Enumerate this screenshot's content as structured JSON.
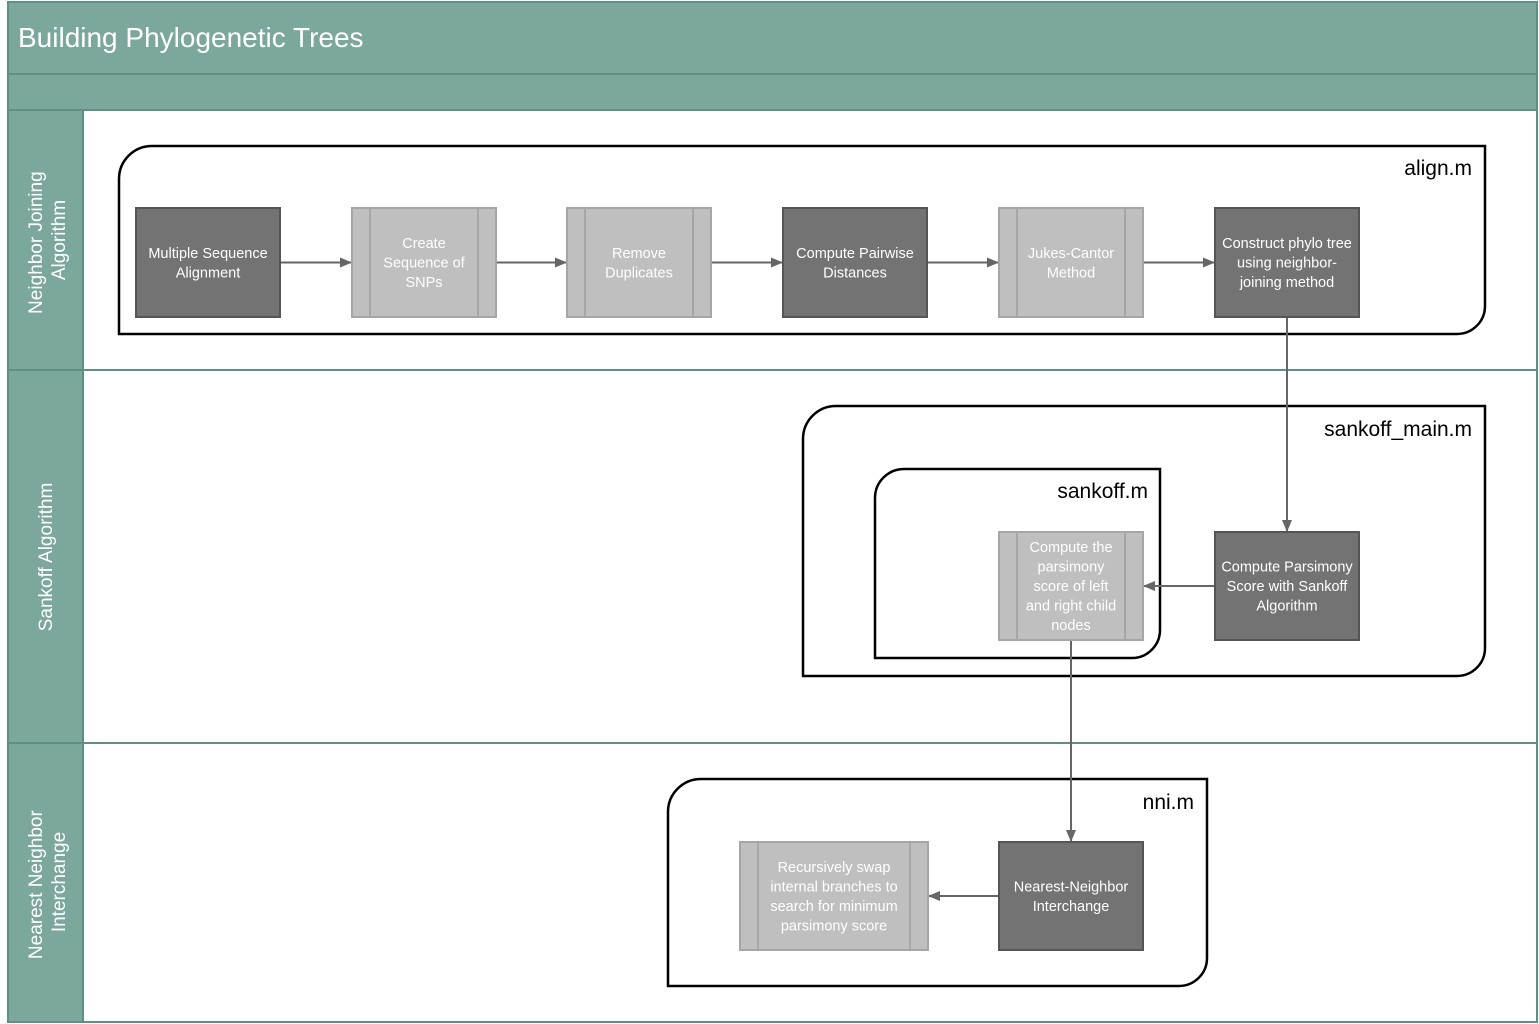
{
  "header": {
    "title": "Building Phylogenetic Trees"
  },
  "lanes": [
    {
      "id": "nj",
      "label": [
        "Neighbor Joining",
        "Algorithm"
      ]
    },
    {
      "id": "sankoff",
      "label": [
        "Sankoff Algorithm"
      ]
    },
    {
      "id": "nni",
      "label": [
        "Nearest Neighbor",
        "Interchange"
      ]
    }
  ],
  "groups": [
    {
      "id": "align",
      "label": "align.m"
    },
    {
      "id": "sankoff_main",
      "label": "sankoff_main.m"
    },
    {
      "id": "sankoff_inner",
      "label": "sankoff.m"
    },
    {
      "id": "nni_group",
      "label": "nni.m"
    }
  ],
  "nodes": [
    {
      "id": "msa",
      "style": "process",
      "lines": [
        "Multiple Sequence",
        "Alignment"
      ]
    },
    {
      "id": "snps",
      "style": "subprocess",
      "lines": [
        "Create",
        "Sequence of",
        "SNPs"
      ]
    },
    {
      "id": "dups",
      "style": "subprocess",
      "lines": [
        "Remove",
        "Duplicates"
      ]
    },
    {
      "id": "pairwise",
      "style": "process",
      "lines": [
        "Compute Pairwise",
        "Distances"
      ]
    },
    {
      "id": "jc",
      "style": "subprocess",
      "lines": [
        "Jukes-Cantor",
        "Method"
      ]
    },
    {
      "id": "construct",
      "style": "process",
      "lines": [
        "Construct phylo tree",
        "using neighbor-",
        "joining method"
      ]
    },
    {
      "id": "parsimony",
      "style": "process",
      "lines": [
        "Compute Parsimony",
        "Score with Sankoff",
        "Algorithm"
      ]
    },
    {
      "id": "childscore",
      "style": "subprocess",
      "lines": [
        "Compute the",
        "parsimony",
        "score of left",
        "and right child",
        "nodes"
      ]
    },
    {
      "id": "nni_node",
      "style": "process",
      "lines": [
        "Nearest-Neighbor",
        "Interchange"
      ]
    },
    {
      "id": "swap",
      "style": "subprocess",
      "lines": [
        "Recursively swap",
        "internal branches to",
        "search for minimum",
        "parsimony score"
      ]
    }
  ],
  "edges": [
    {
      "from": "msa",
      "to": "snps"
    },
    {
      "from": "snps",
      "to": "dups"
    },
    {
      "from": "dups",
      "to": "pairwise"
    },
    {
      "from": "pairwise",
      "to": "jc"
    },
    {
      "from": "jc",
      "to": "construct"
    },
    {
      "from": "construct",
      "to": "parsimony"
    },
    {
      "from": "parsimony",
      "to": "childscore"
    },
    {
      "from": "childscore",
      "to": "nni_node"
    },
    {
      "from": "nni_node",
      "to": "swap"
    }
  ],
  "colors": {
    "header": "#7ba79c",
    "border": "#5f8f82",
    "process_fill": "#737373",
    "subprocess_fill": "#bfbfbf",
    "subprocess_stroke": "#a6a6a6",
    "node_text": "#ffffff",
    "edge": "#666666",
    "group_stroke": "#000000"
  }
}
